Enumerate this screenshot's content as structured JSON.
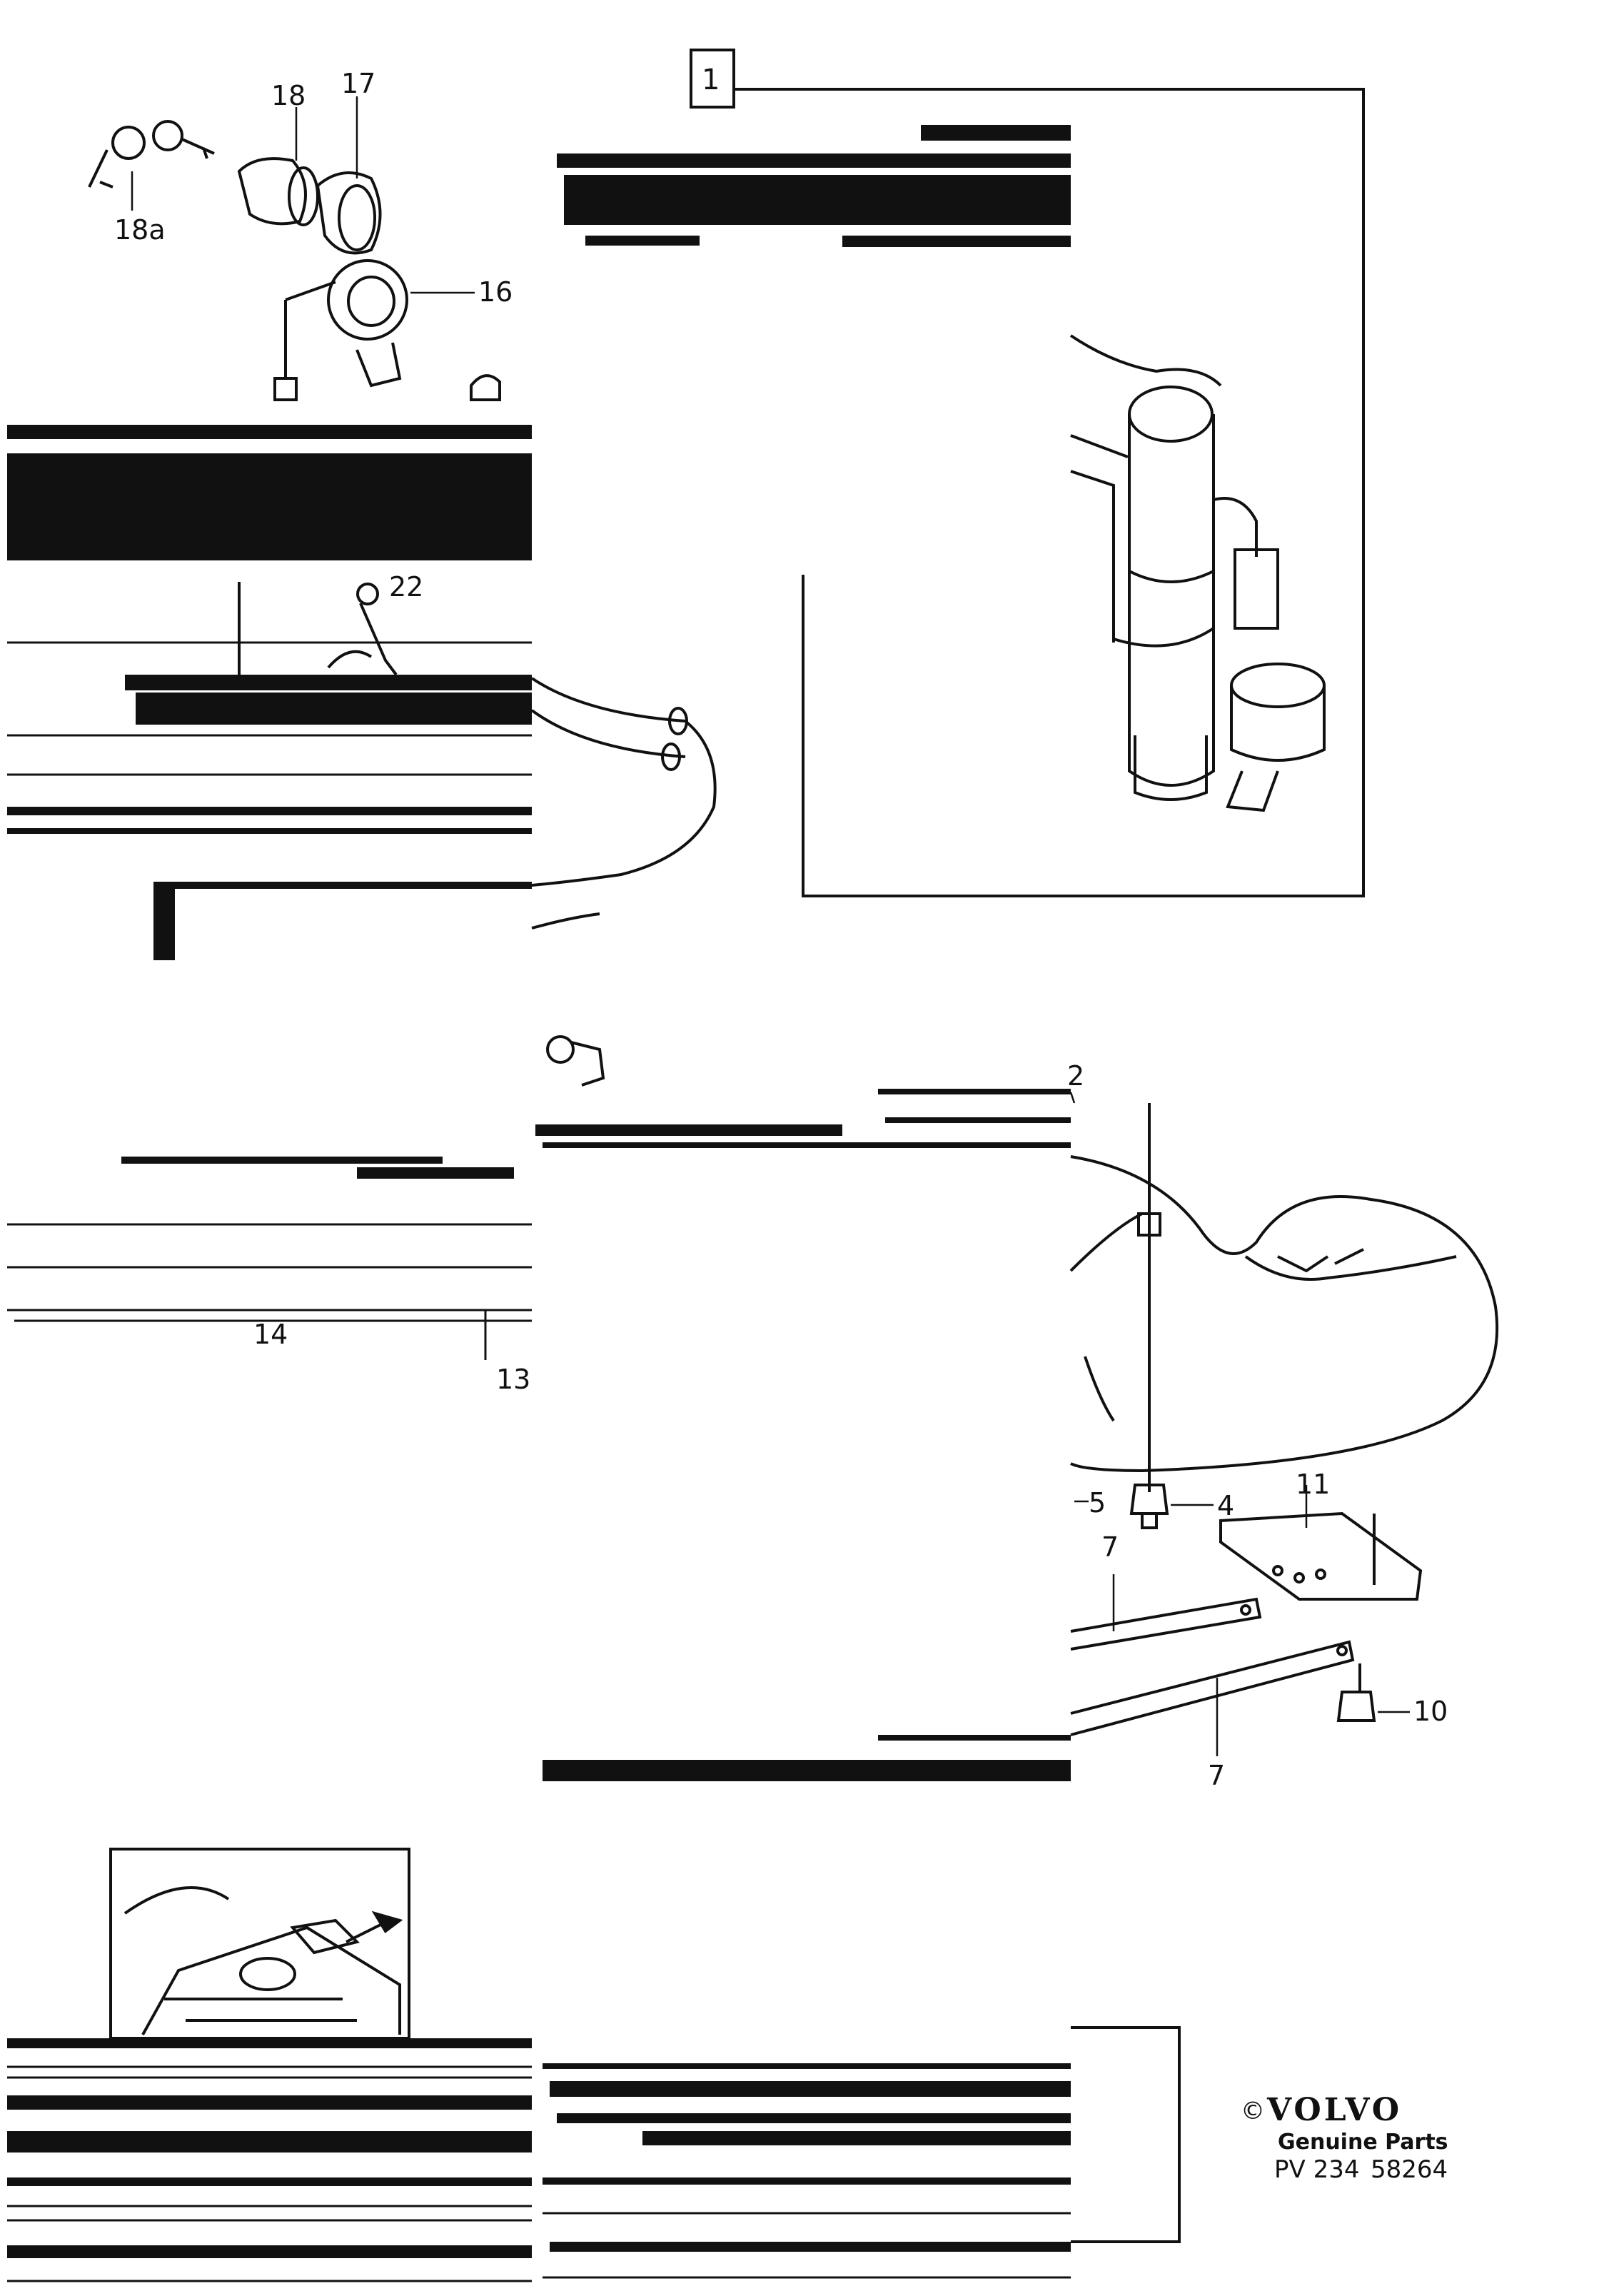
{
  "diagram": {
    "type": "exploded-parts-diagram",
    "callouts": {
      "n18": "18",
      "n17": "17",
      "n18a": "18a",
      "n16": "16",
      "n22": "22",
      "n14": "14",
      "n13": "13",
      "n2": "2",
      "n5": "5",
      "n4": "4",
      "n11": "11",
      "n7a": "7",
      "n7b": "7",
      "n10": "10"
    },
    "inset_box_number": "1"
  },
  "footer": {
    "copyright_symbol": "©",
    "brand": "VOLVO",
    "subtitle": "Genuine Parts",
    "code_prefix": "PV 234",
    "code_number": "58264"
  },
  "colors": {
    "ink": "#111111",
    "paper": "#ffffff"
  }
}
